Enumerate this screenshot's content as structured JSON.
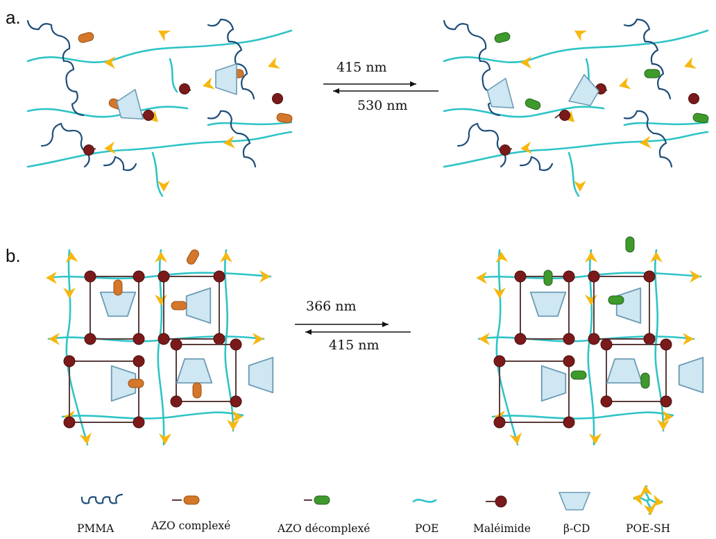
{
  "panels": {
    "a": {
      "label": "a.",
      "forward": "415 nm",
      "backward": "530 nm"
    },
    "b": {
      "label": "b.",
      "forward": "366 nm",
      "backward": "415 nm"
    }
  },
  "legend": [
    {
      "key": "pmma",
      "label": "PMMA"
    },
    {
      "key": "azo_complexe",
      "label": "AZO complexé"
    },
    {
      "key": "azo_decomplexe",
      "label": "AZO décomplexé"
    },
    {
      "key": "poe",
      "label": "POE"
    },
    {
      "key": "maleimide",
      "label": "Maléimide"
    },
    {
      "key": "beta_cd",
      "label": "β-CD"
    },
    {
      "key": "poe_sh",
      "label": "POE-SH"
    }
  ],
  "colors": {
    "poe": "#2ec4c6",
    "pmma": "#1f4e79",
    "azo_complexe": "#d4772a",
    "azo_decomplexe": "#3f9a2c",
    "maleimide": "#7a1a1a",
    "thiol_arrow": "#f6b70f",
    "cyclodextrin_fill": "#cfe7f2",
    "cyclodextrin_stroke": "#6b9bb5"
  }
}
